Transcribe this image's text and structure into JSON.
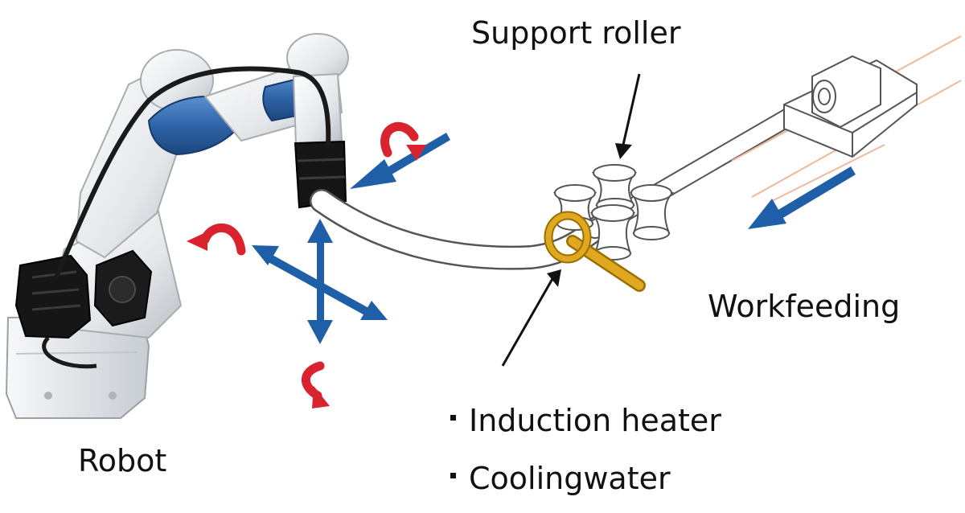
{
  "labels": {
    "support_roller": "Support roller",
    "work_feeding": "Workfeeding",
    "robot": "Robot",
    "induction_heater": "Induction heater",
    "cooling_water": "Coolingwater"
  },
  "colors": {
    "motion_arrow_blue": "#1f5fa8",
    "rotation_arrow_red": "#d9232e",
    "robot_body_white": "#eef0f2",
    "robot_cover_blue": "#2e64a8",
    "coil_gold": "#e0a820",
    "tube_outline": "#555555",
    "rail_orange": "#f0b89a"
  }
}
